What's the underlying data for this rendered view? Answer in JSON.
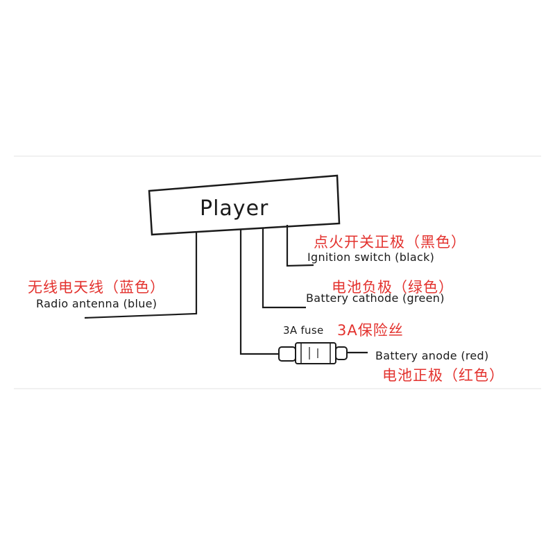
{
  "diagram": {
    "player": "Player",
    "ignition_en": "Ignition switch (black)",
    "ignition_cn": "点火开关正极（黑色）",
    "battery_cathode_en": "Battery cathode (green)",
    "battery_cathode_cn": "电池负极（绿色）",
    "radio_antenna_en": "Radio antenna (blue)",
    "radio_antenna_cn": "无线电天线（蓝色）",
    "fuse_en": "3A fuse",
    "fuse_cn": "3A保险丝",
    "battery_anode_en": "Battery anode (red)",
    "battery_anode_cn": "电池正极（红色）"
  }
}
